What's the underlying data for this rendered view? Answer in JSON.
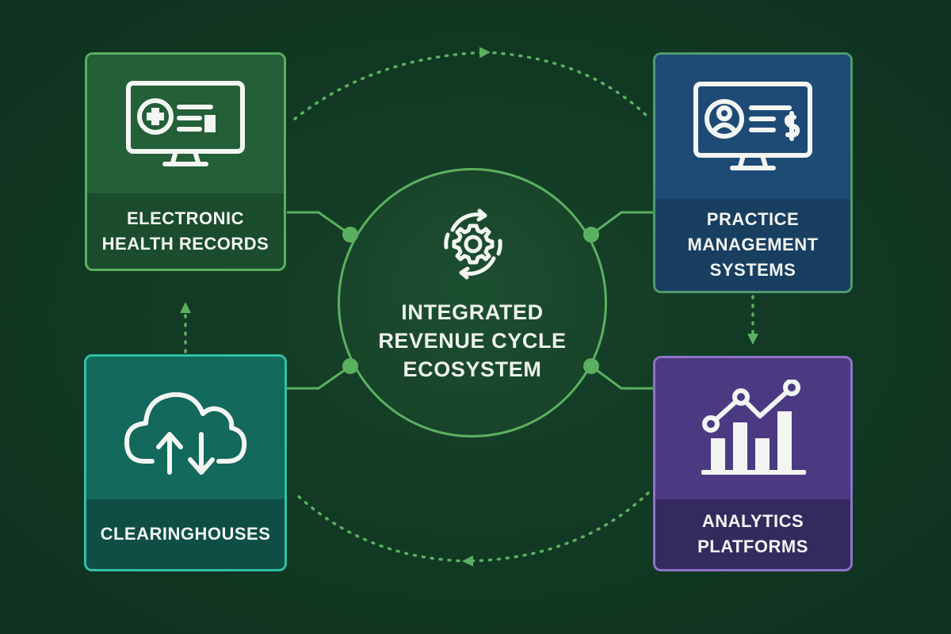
{
  "diagram": {
    "center": {
      "lines": [
        "INTEGRATED",
        "REVENUE CYCLE",
        "ECOSYSTEM"
      ],
      "icon": "gear-with-cycle-arrows-icon"
    },
    "nodes": [
      {
        "id": "ehr",
        "lines": [
          "ELECTRONIC",
          "HEALTH RECORDS"
        ],
        "icon": "monitor-medical-record-icon",
        "color": "#1f5a34"
      },
      {
        "id": "pm",
        "lines": [
          "PRACTICE",
          "MANAGEMENT",
          "SYSTEMS"
        ],
        "icon": "monitor-patient-billing-icon",
        "color": "#1e4a76"
      },
      {
        "id": "ch",
        "lines": [
          "CLEARINGHOUSES"
        ],
        "icon": "cloud-upload-download-icon",
        "color": "#13695b"
      },
      {
        "id": "an",
        "lines": [
          "ANALYTICS",
          "PLATFORMS"
        ],
        "icon": "bar-chart-trend-icon",
        "color": "#4b3a82"
      }
    ],
    "colors": {
      "background": "#123a24",
      "connector": "#5bb060",
      "text": "#f2f5f2"
    }
  }
}
